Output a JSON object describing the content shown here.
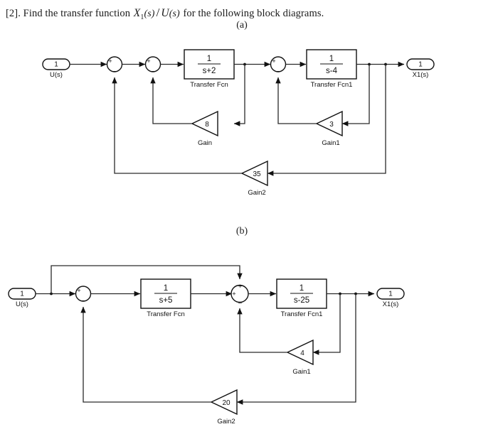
{
  "problem": {
    "number": "[2].",
    "text_before": "Find the transfer function",
    "expr_x": "X",
    "expr_x_sub": "1",
    "expr_x_args": "(s)",
    "expr_slash": "/",
    "expr_u": "U",
    "expr_u_args": "(s)",
    "text_after": "for the following block diagrams."
  },
  "parts": {
    "a_label": "(a)",
    "b_label": "(b)"
  },
  "diagram_a": {
    "input_port": {
      "number": "1",
      "caption": "U(s)"
    },
    "output_port": {
      "number": "1",
      "caption": "X1(s)"
    },
    "sum1": {
      "sign_left": "+",
      "sign_bottom": "_"
    },
    "sum2": {
      "sign_left": "+",
      "sign_bottom": "_"
    },
    "sum3": {
      "sign_left": "+",
      "sign_bottom": "_"
    },
    "tf1": {
      "numerator": "1",
      "denominator": "s+2",
      "caption": "Transfer Fcn"
    },
    "tf2": {
      "numerator": "1",
      "denominator": "s-4",
      "caption": "Transfer Fcn1"
    },
    "gain1": {
      "value": "8",
      "caption": "Gain"
    },
    "gain2": {
      "value": "3",
      "caption": "Gain1"
    },
    "gain3": {
      "value": "35",
      "caption": "Gain2"
    }
  },
  "diagram_b": {
    "input_port": {
      "number": "1",
      "caption": "U(s)"
    },
    "output_port": {
      "number": "1",
      "caption": "X1(s)"
    },
    "sum1": {
      "sign_left": "+",
      "sign_bottom": "_"
    },
    "sum2": {
      "sign_top": "+",
      "sign_left": "+",
      "sign_bottom": "_"
    },
    "tf1": {
      "numerator": "1",
      "denominator": "s+5",
      "caption": "Transfer Fcn"
    },
    "tf2": {
      "numerator": "1",
      "denominator": "s-25",
      "caption": "Transfer Fcn1"
    },
    "gain1": {
      "value": "4",
      "caption": "Gain1"
    },
    "gain2": {
      "value": "20",
      "caption": "Gain2"
    }
  }
}
